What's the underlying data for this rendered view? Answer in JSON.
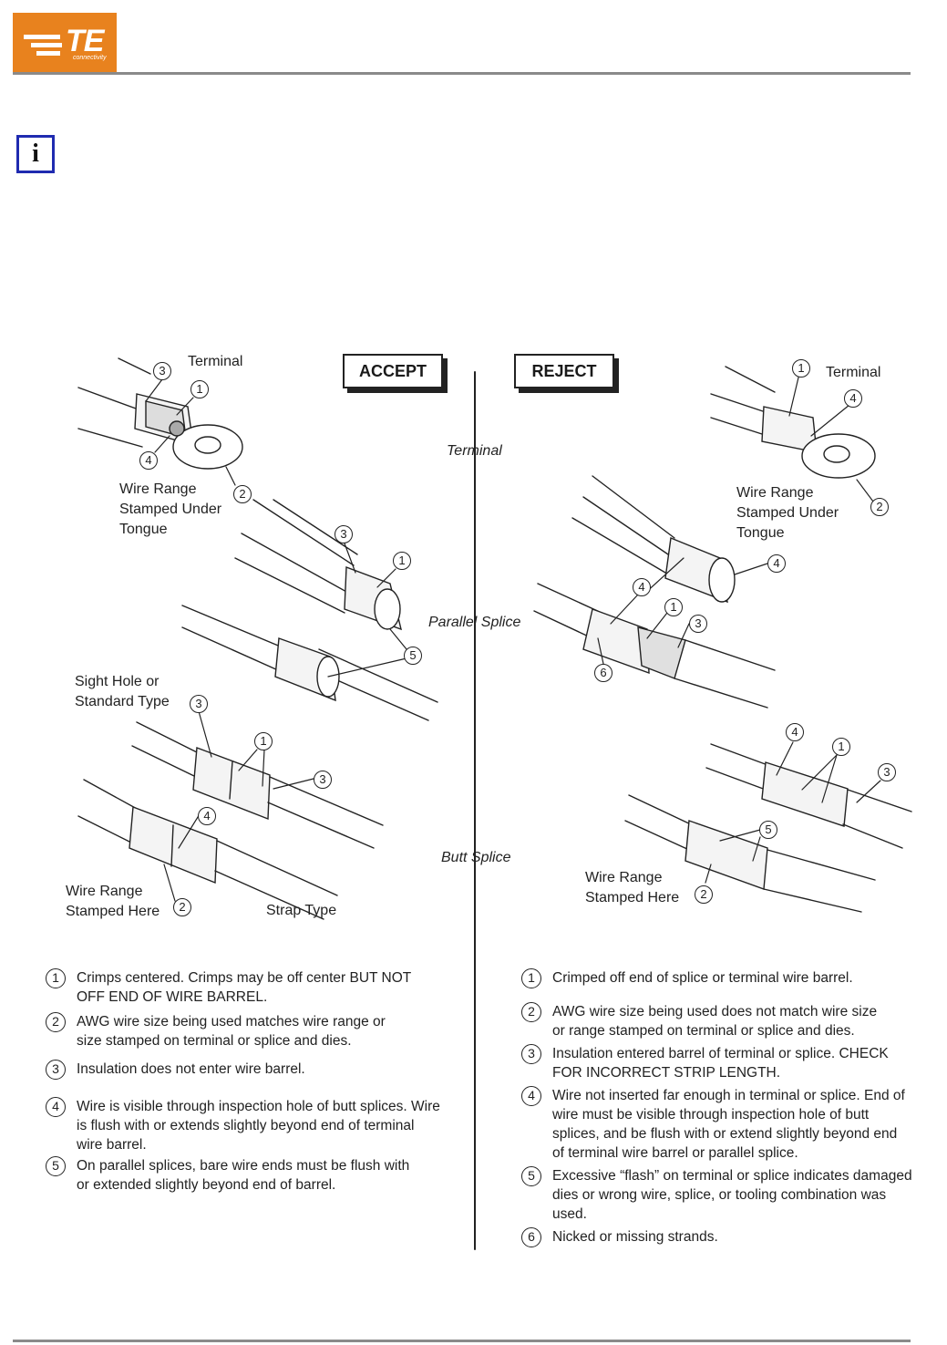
{
  "header": {
    "logo_text": "TE",
    "logo_subtext": "connectivity",
    "brand_color": "#e8821e"
  },
  "info_icon": {
    "glyph": "i",
    "color": "#1f2bb0",
    "name": "info-icon"
  },
  "figure": {
    "accept_label": "ACCEPT",
    "reject_label": "REJECT",
    "center_labels": {
      "terminal": "Terminal",
      "parallel_splice": "Parallel Splice",
      "butt_splice": "Butt Splice"
    },
    "accept_side": {
      "terminal_title": "Terminal",
      "wire_range_tongue": "Wire Range\nStamped Under\nTongue",
      "sight_hole": "Sight Hole or\nStandard Type",
      "wire_range_here": "Wire Range\nStamped Here",
      "strap_type": "Strap Type"
    },
    "reject_side": {
      "terminal_title": "Terminal",
      "wire_range_tongue": "Wire Range\nStamped Under\nTongue",
      "wire_range_here": "Wire Range\nStamped Here"
    },
    "callouts": [
      "1",
      "2",
      "3",
      "4",
      "5",
      "6"
    ]
  },
  "accept_notes": [
    {
      "num": "1",
      "text": "Crimps centered. Crimps may be off center BUT NOT\nOFF END OF WIRE BARREL."
    },
    {
      "num": "2",
      "text": "AWG wire size being used matches wire range or\nsize stamped on terminal or splice and dies."
    },
    {
      "num": "3",
      "text": "Insulation does not enter wire barrel."
    },
    {
      "num": "4",
      "text": "Wire is visible through inspection hole of butt splices. Wire\nis flush with or extends slightly beyond end of terminal\nwire barrel."
    },
    {
      "num": "5",
      "text": "On parallel splices, bare wire ends must be flush with\nor extended slightly beyond end of barrel."
    }
  ],
  "reject_notes": [
    {
      "num": "1",
      "text": "Crimped off end of splice or terminal wire barrel."
    },
    {
      "num": "2",
      "text": "AWG wire size being used does not match wire size\nor range stamped on terminal or splice and dies."
    },
    {
      "num": "3",
      "text": "Insulation entered barrel of terminal or splice. CHECK\nFOR INCORRECT STRIP LENGTH."
    },
    {
      "num": "4",
      "text": "Wire not inserted far enough in terminal or splice. End of\nwire must be visible through inspection hole of butt\nsplices, and be flush with or extend slightly beyond end\nof terminal wire barrel or parallel splice."
    },
    {
      "num": "5",
      "text": "Excessive “flash” on terminal or splice indicates damaged\ndies or wrong wire, splice, or tooling combination was\nused."
    },
    {
      "num": "6",
      "text": "Nicked or missing strands."
    }
  ]
}
